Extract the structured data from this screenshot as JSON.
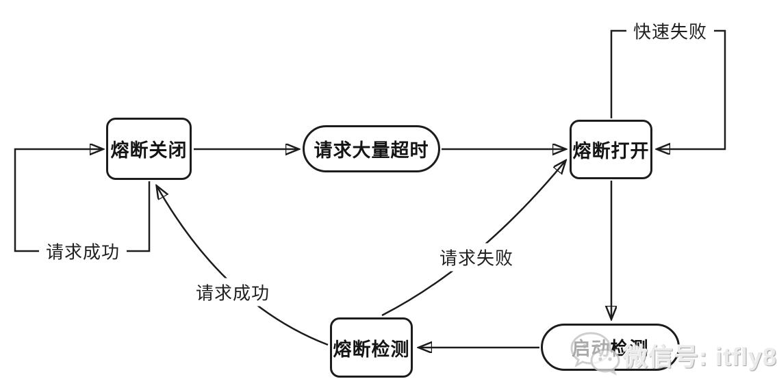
{
  "diagram": {
    "type": "state-diagram",
    "topic": "circuit-breaker",
    "nodes": [
      {
        "id": "closed",
        "label": "熔断关闭",
        "shape": "rounded-rect"
      },
      {
        "id": "mass-timeout",
        "label": "请求大量超时",
        "shape": "stadium"
      },
      {
        "id": "open",
        "label": "熔断打开",
        "shape": "rounded-rect"
      },
      {
        "id": "start-detect",
        "label": "启动检测",
        "shape": "stadium"
      },
      {
        "id": "detect",
        "label": "熔断检测",
        "shape": "rounded-rect"
      }
    ],
    "edges": [
      {
        "from": "closed",
        "to": "mass-timeout",
        "label": ""
      },
      {
        "from": "mass-timeout",
        "to": "open",
        "label": ""
      },
      {
        "from": "open",
        "to": "open",
        "label": "快速失败"
      },
      {
        "from": "open",
        "to": "start-detect",
        "label": ""
      },
      {
        "from": "start-detect",
        "to": "detect",
        "label": ""
      },
      {
        "from": "detect",
        "to": "open",
        "label": "请求失败"
      },
      {
        "from": "detect",
        "to": "closed",
        "label": "请求成功"
      },
      {
        "from": "closed",
        "to": "closed",
        "label": "请求成功"
      }
    ]
  },
  "watermark": {
    "icon": "wechat-icon",
    "text": "微信号: itfly8"
  },
  "colors": {
    "line": "#1c1c1c",
    "node_border": "#1c1c1c",
    "background": "#ffffff",
    "watermark_text": "#ebebeb"
  }
}
